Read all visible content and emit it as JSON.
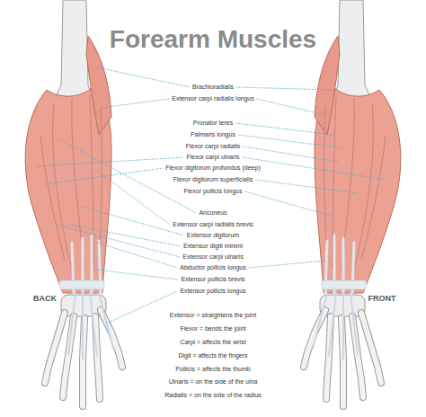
{
  "diagram": {
    "title": "Forearm Muscles",
    "labels": [
      "Brachioradialis",
      "Extensor carpi radialis longus",
      "Pronator teres",
      "Palmaris longus",
      "Flexor carpi radialis",
      "Flexor carpi ulnaris",
      "Flexor digitorum profundus (deep)",
      "Flexor digitorum superficialis",
      "Flexor pollicis longus",
      "Anconeus",
      "Extensor carpi radialis brevis",
      "Extensor digitorum",
      "Extensor digiti minimi",
      "Extensor carpi ulnaris",
      "Abductor pollicis longus",
      "Extensor pollicis brevis",
      "Extensor pollicis longus",
      "BACK",
      "FRONT",
      "Extensor = straightens the joint",
      "Flexor = bends the joint",
      "Carpi = affects the wrist",
      "Digit = affects the fingers",
      "Pollicis = affects the thumb",
      "Ulnaris = on the side of the ulna",
      "Radialis = on the side of the radius"
    ]
  }
}
